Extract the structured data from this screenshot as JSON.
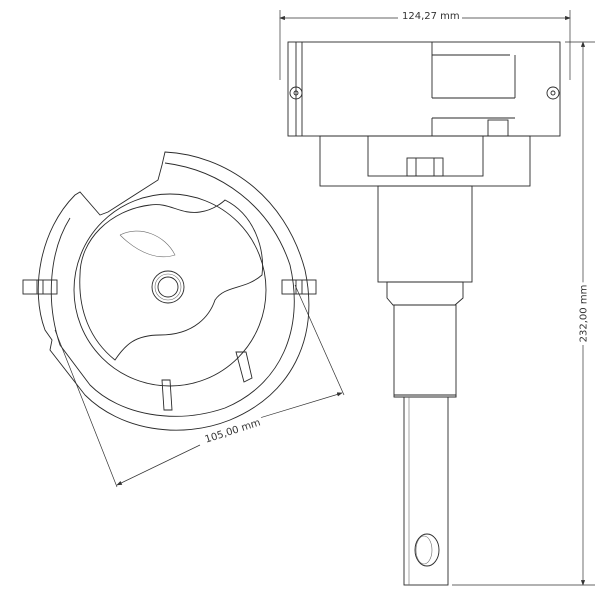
{
  "drawing": {
    "type": "technical-drawing",
    "views": [
      "top-view",
      "side-view"
    ],
    "dimensions": {
      "width": "124,27 mm",
      "height": "232,00 mm",
      "diameter": "105,00 mm"
    },
    "line_color": "#2a2a2a",
    "background": "#ffffff"
  }
}
